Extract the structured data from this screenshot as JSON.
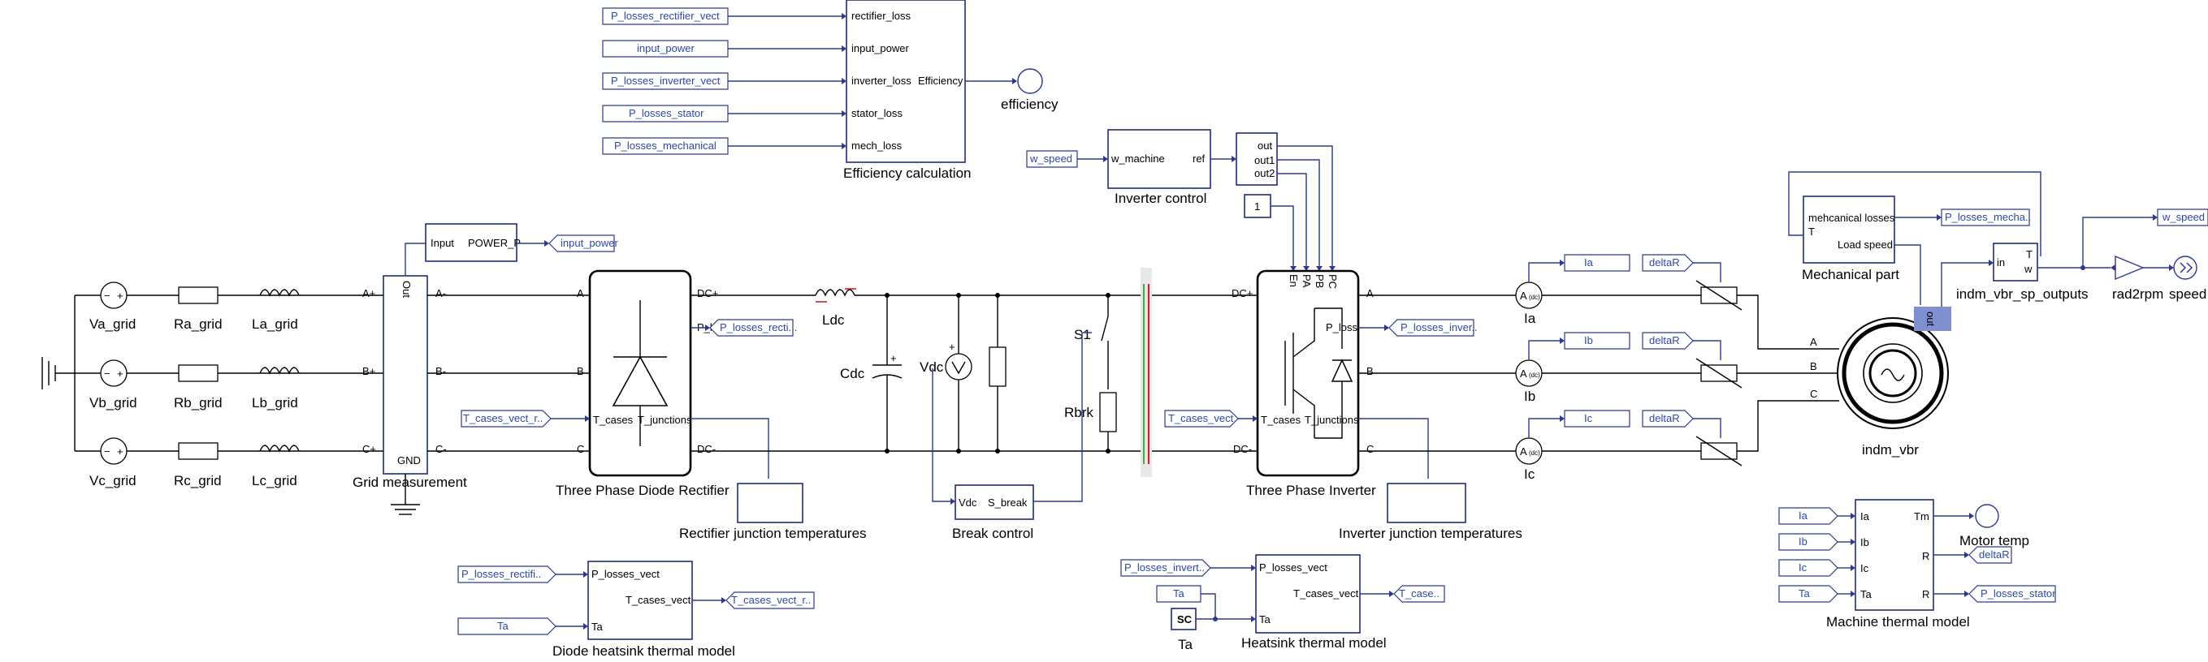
{
  "sources": {
    "va": {
      "name": "Va_grid",
      "r": "Ra_grid",
      "l": "La_grid"
    },
    "vb": {
      "name": "Vb_grid",
      "r": "Rb_grid",
      "l": "Lb_grid"
    },
    "vc": {
      "name": "Vc_grid",
      "r": "Rc_grid",
      "l": "Lc_grid"
    }
  },
  "grid_measurement": {
    "name": "Grid measurement",
    "ap": "A+",
    "bp": "B+",
    "cp": "C+",
    "am": "A-",
    "bm": "B-",
    "cm": "C-",
    "out": "Out",
    "gnd": "GND"
  },
  "power_block": {
    "in": "Input",
    "out": "POWER_P",
    "tag": "input_power"
  },
  "rectifier": {
    "name": "Three Phase Diode Rectifier",
    "a": "A",
    "b": "B",
    "c": "C",
    "dcp": "DC+",
    "dcm": "DC-",
    "ploss": "P_loss",
    "tcases": "T_cases",
    "tjunc": "T_junctions",
    "ploss_tag": "P_losses_recti...",
    "tcases_tag": "T_cases_vect_r..",
    "junction_name": "Rectifier junction temperatures"
  },
  "dclink": {
    "ldc": "Ldc",
    "cdc": "Cdc",
    "vdc": "Vdc",
    "s1": "S1",
    "rbrk": "Rbrk"
  },
  "break_control": {
    "name": "Break control",
    "in": "Vdc",
    "out": "S_break"
  },
  "efficiency": {
    "name": "Efficiency calculation",
    "inputs": [
      "rectifier_loss",
      "input_power",
      "inverter_loss",
      "stator_loss",
      "mech_loss"
    ],
    "tags": [
      "P_losses_rectifier_vect",
      "input_power",
      "P_losses_inverter_vect",
      "P_losses_stator",
      "P_losses_mechanical"
    ],
    "out": "Efficiency",
    "sink": "efficiency"
  },
  "inverter_control": {
    "name": "Inverter control",
    "in": "w_machine",
    "out": "ref",
    "tag": "w_speed"
  },
  "demux": {
    "outs": [
      "out",
      "out1",
      "out2"
    ],
    "const": "1"
  },
  "inverter": {
    "name": "Three Phase Inverter",
    "dcp": "DC+",
    "dcm": "DC-",
    "a": "A",
    "b": "B",
    "c": "C",
    "ploss": "P_loss",
    "tcases": "T_cases",
    "tjunc": "T_junctions",
    "gates": [
      "En",
      "PA",
      "PB",
      "PC"
    ],
    "ploss_tag": "P_losses_inver..",
    "tcases_tag": "T_cases_vect",
    "junction_name": "Inverter junction temperatures"
  },
  "ammeters": {
    "ia": "Ia",
    "ib": "Ib",
    "ic": "Ic",
    "a_sym": "A"
  },
  "delta": "deltaR",
  "machine": {
    "name": "indm_vbr",
    "a": "A",
    "b": "B",
    "c": "C",
    "out_port": "out"
  },
  "mechanical": {
    "name": "Mechanical part",
    "p1": "mehcanical losses",
    "p2": "T",
    "p3": "Load speed",
    "tag": "P_losses_mecha.."
  },
  "outputs_block": {
    "name": "indm_vbr_sp_outputs",
    "in": "in",
    "t": "T",
    "w": "w"
  },
  "speed": {
    "gain": "rad2rpm",
    "sink": "speed",
    "tag": "w_speed"
  },
  "diode_thermal": {
    "name": "Diode heatsink thermal model",
    "in1": "P_losses_vect",
    "in2": "Ta",
    "out": "T_cases_vect",
    "tag_in": "P_losses_rectifi..",
    "tag_ta": "Ta",
    "tag_out": "T_cases_vect_r.."
  },
  "heatsink_thermal": {
    "name": "Heatsink thermal model",
    "in1": "P_losses_vect",
    "in2": "Ta",
    "out": "T_cases_vect",
    "tag_in": "P_losses_invert..",
    "tag_ta": "Ta",
    "const": "SC",
    "const_label": "Ta",
    "tag_out": "T_case.."
  },
  "machine_thermal": {
    "name": "Machine thermal model",
    "inputs": [
      "Ia",
      "Ib",
      "Ic",
      "Ta"
    ],
    "tags": [
      "Ia",
      "Ib",
      "Ic",
      "Ta"
    ],
    "tm": "Tm",
    "r1": "R",
    "r2": "R",
    "sink": "Motor temp",
    "tag_r": "deltaR",
    "tag_stator": "P_losses_stator"
  }
}
